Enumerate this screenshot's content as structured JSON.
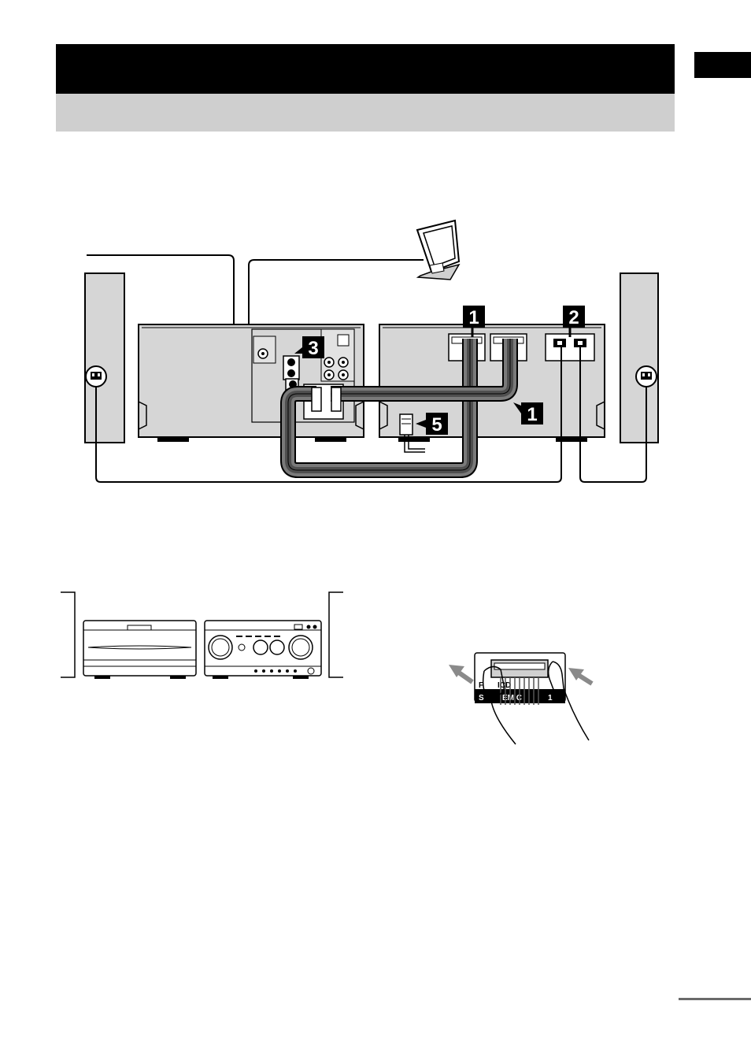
{
  "colors": {
    "title_bar": "#000000",
    "subtitle_bar": "#cfcfcf",
    "unit_fill": "#d6d6d6",
    "cable": "#7a7a7a",
    "badge": "#000000"
  },
  "badges": {
    "main_cable_top": "1",
    "main_cable_side": "1",
    "speaker_terminals": "2",
    "antenna_jacks": "3",
    "power_cord": "5"
  },
  "icons": {
    "loop_antenna": "loop-antenna-icon",
    "left_speaker": "speaker-icon",
    "right_speaker": "speaker-icon",
    "arrow_left": "arrow-icon",
    "arrow_right": "arrow-icon"
  },
  "connector_label_fragments": {
    "line1_left": "F",
    "line1_right": "ICD",
    "line2_left": "S",
    "line2_mid": "EM C",
    "line2_right": "1"
  }
}
